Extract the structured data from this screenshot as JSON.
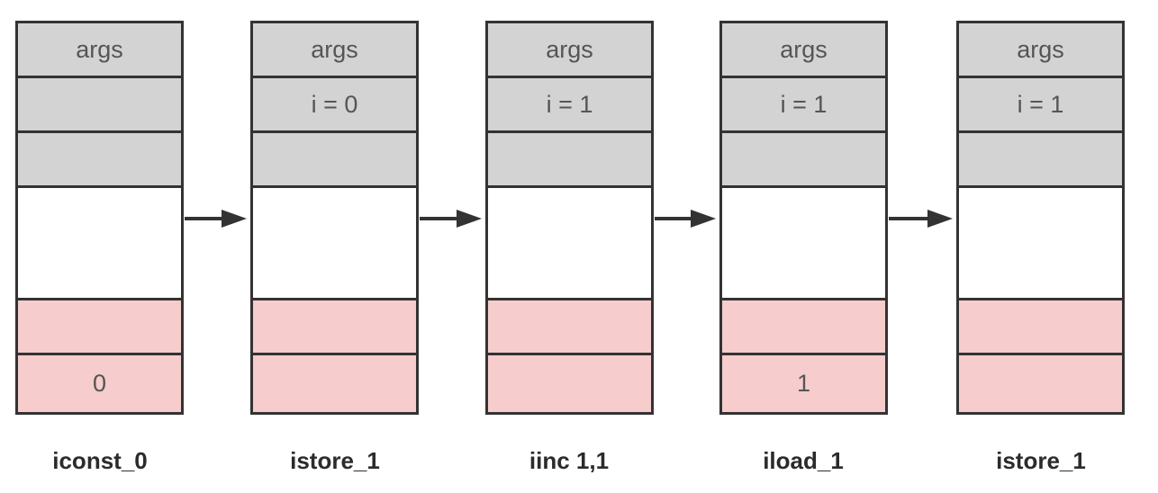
{
  "colors": {
    "local_slot": "#d3d3d3",
    "empty_slot": "#ffffff",
    "stack_slot": "#f6cccc",
    "border": "#333333"
  },
  "frames": [
    {
      "slots": [
        "args",
        "",
        "",
        "",
        "",
        "0"
      ],
      "caption": "iconst_0"
    },
    {
      "slots": [
        "args",
        "i = 0",
        "",
        "",
        "",
        ""
      ],
      "caption": "istore_1"
    },
    {
      "slots": [
        "args",
        "i = 1",
        "",
        "",
        "",
        ""
      ],
      "caption": "iinc 1,1"
    },
    {
      "slots": [
        "args",
        "i = 1",
        "",
        "",
        "",
        "1"
      ],
      "caption": "iload_1"
    },
    {
      "slots": [
        "args",
        "i = 1",
        "",
        "",
        "",
        ""
      ],
      "caption": "istore_1"
    }
  ]
}
